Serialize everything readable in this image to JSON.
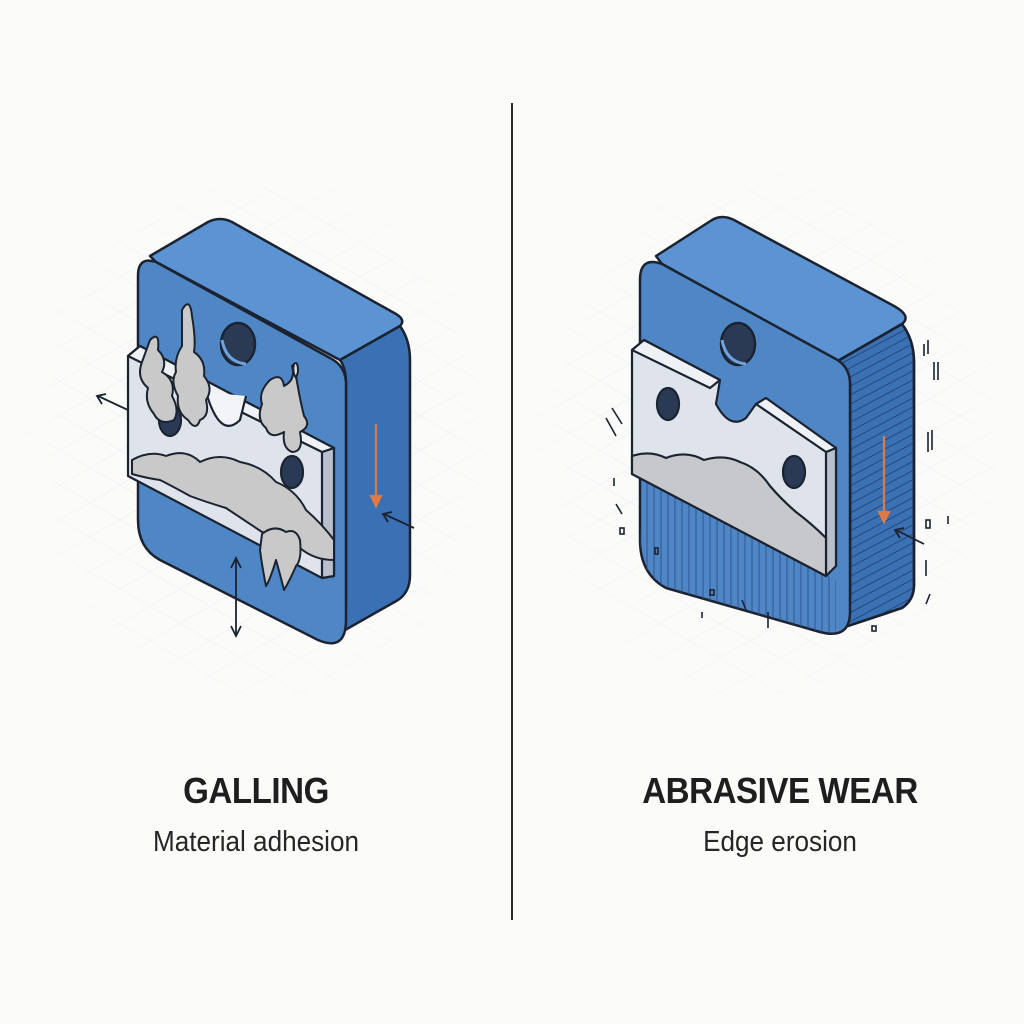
{
  "colors": {
    "background": "#fbfbfa",
    "block_front": "#4f86c6",
    "block_top": "#5c93d2",
    "block_side": "#3a70b4",
    "insert_light": "#dfe4ec",
    "insert_edge": "#b9c0cb",
    "galling_deposit": "#c9c9c9",
    "stroke": "#1c2330",
    "arrow_accent": "#e07a45",
    "divider": "#2b2b2b"
  },
  "panels": [
    {
      "title": "GALLING",
      "subtitle": "Material adhesion",
      "illustration": "blue-block-with-adhered-gray-material-on-insert",
      "annotations": [
        "force-arrow-left",
        "force-arrow-right-side",
        "vertical-double-arrow",
        "orange-slide-arrow"
      ]
    },
    {
      "title": "ABRASIVE WEAR",
      "subtitle": "Edge erosion",
      "illustration": "blue-block-with-eroded-insert-and-debris",
      "annotations": [
        "force-arrow-right-side",
        "orange-slide-arrow",
        "debris-particles",
        "striated-wear-surfaces"
      ]
    }
  ]
}
